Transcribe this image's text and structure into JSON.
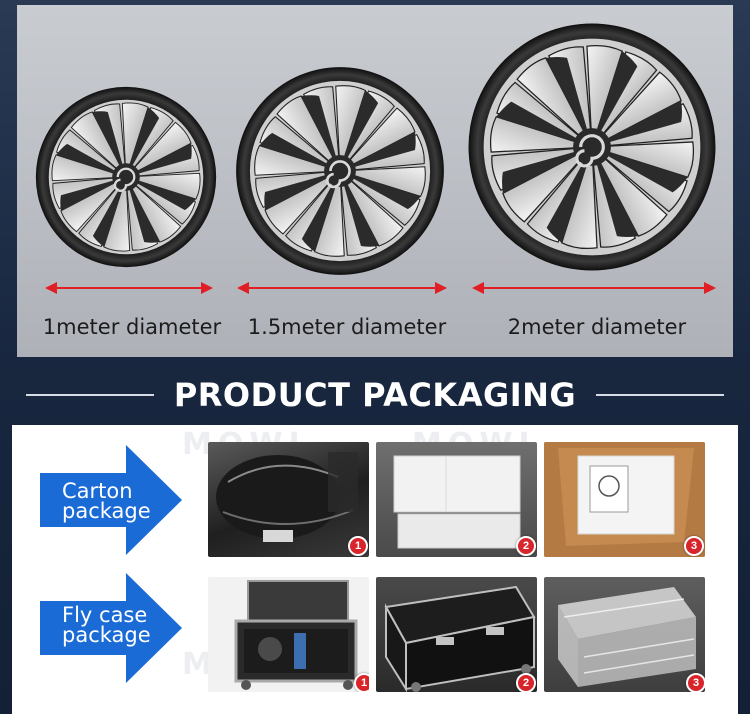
{
  "diameters": {
    "small": "1meter diameter",
    "medium": "1.5meter diameter",
    "large": "2meter diameter"
  },
  "section_title": "PRODUCT PACKAGING",
  "watermark": "MOWL",
  "packages": {
    "carton": {
      "line1": "Carton",
      "line2": "package"
    },
    "flycase": {
      "line1": "Fly case",
      "line2": "package"
    }
  },
  "steps": [
    "1",
    "2",
    "3"
  ],
  "colors": {
    "accent_red": "#d8242b",
    "arrow_blue": "#1a6bd6",
    "heading_bg": "#18273f"
  }
}
